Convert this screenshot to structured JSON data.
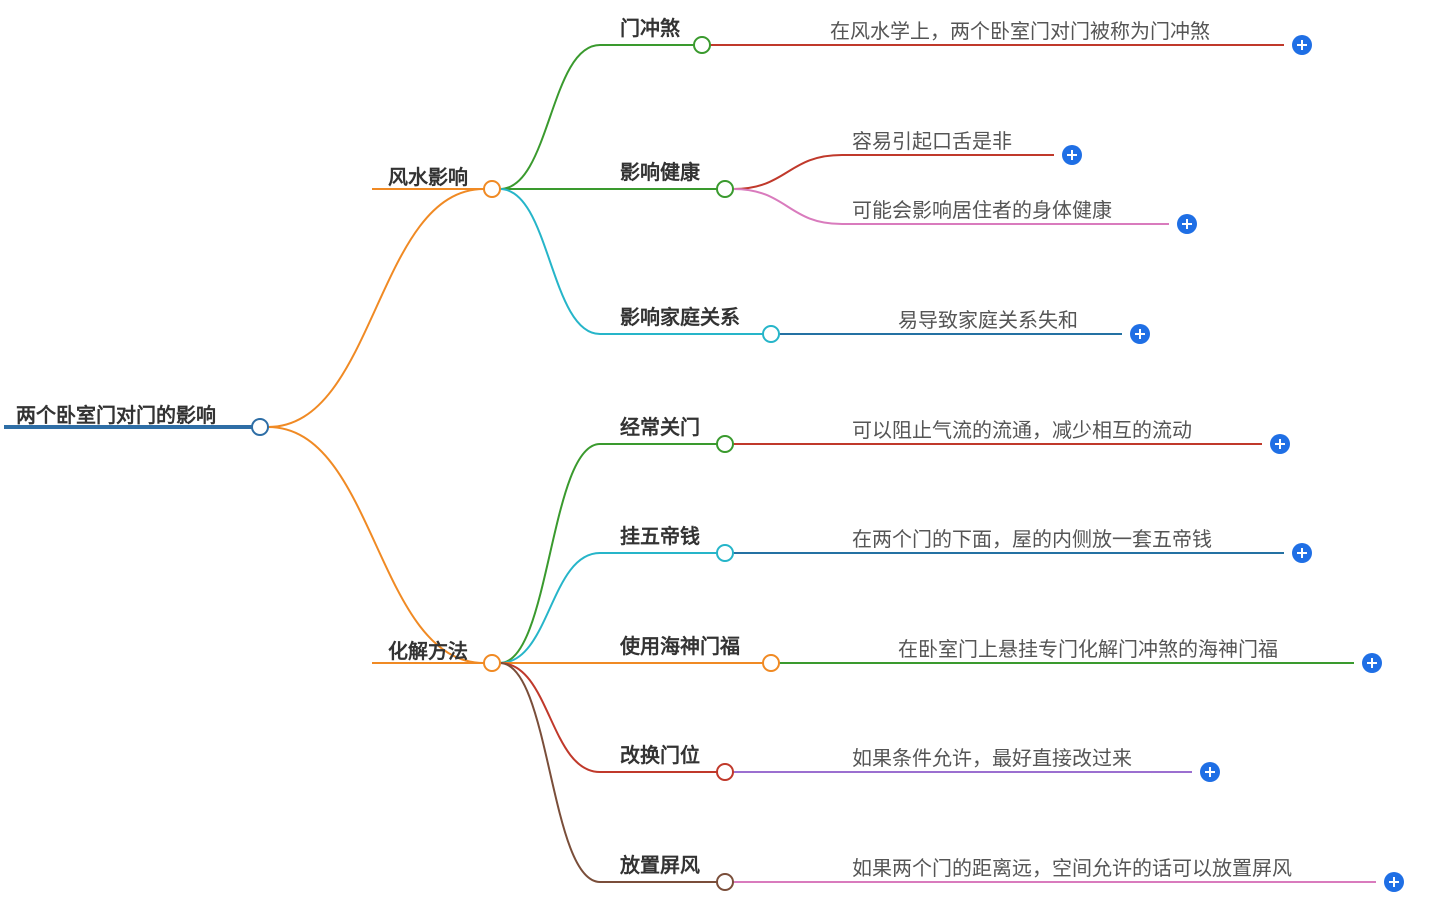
{
  "mindmap": {
    "root": {
      "label": "两个卧室门对门的影响",
      "color": "#2e6ea6"
    },
    "branches": [
      {
        "id": "fengshui",
        "label": "风水影响",
        "color": "#f08a24",
        "children": [
          {
            "id": "menchongsha",
            "label": "门冲煞",
            "color": "#3a9a2e",
            "leaves": [
              {
                "text": "在风水学上，两个卧室门对门被称为门冲煞",
                "color": "#c0392b"
              }
            ]
          },
          {
            "id": "jiankang",
            "label": "影响健康",
            "color": "#3a9a2e",
            "leaves": [
              {
                "text": "容易引起口舌是非",
                "color": "#c0392b"
              },
              {
                "text": "可能会影响居住者的身体健康",
                "color": "#d97bbd"
              }
            ]
          },
          {
            "id": "jiating",
            "label": "影响家庭关系",
            "color": "#26b5c9",
            "leaves": [
              {
                "text": "易导致家庭关系失和",
                "color": "#2471a3"
              }
            ]
          }
        ]
      },
      {
        "id": "huajie",
        "label": "化解方法",
        "color": "#f08a24",
        "children": [
          {
            "id": "guanmen",
            "label": "经常关门",
            "color": "#3a9a2e",
            "leaves": [
              {
                "text": "可以阻止气流的流通，减少相互的流动",
                "color": "#c0392b"
              }
            ]
          },
          {
            "id": "wudiqian",
            "label": "挂五帝钱",
            "color": "#26b5c9",
            "leaves": [
              {
                "text": "在两个门的下面，屋的内侧放一套五帝钱",
                "color": "#2471a3"
              }
            ]
          },
          {
            "id": "menfu",
            "label": "使用海神门福",
            "color": "#f08a24",
            "leaves": [
              {
                "text": "在卧室门上悬挂专门化解门冲煞的海神门福",
                "color": "#3a9a2e"
              }
            ]
          },
          {
            "id": "gaihuan",
            "label": "改换门位",
            "color": "#c0392b",
            "leaves": [
              {
                "text": "如果条件允许，最好直接改过来",
                "color": "#9b6fd0"
              }
            ]
          },
          {
            "id": "pingfeng",
            "label": "放置屏风",
            "color": "#7a4e3a",
            "leaves": [
              {
                "text": "如果两个门的距离远，空间允许的话可以放置屏风",
                "color": "#d97bbd"
              }
            ]
          }
        ]
      }
    ],
    "expand_button": {
      "icon": "plus-icon",
      "glyph": "+",
      "color": "#1f6fe5"
    }
  }
}
